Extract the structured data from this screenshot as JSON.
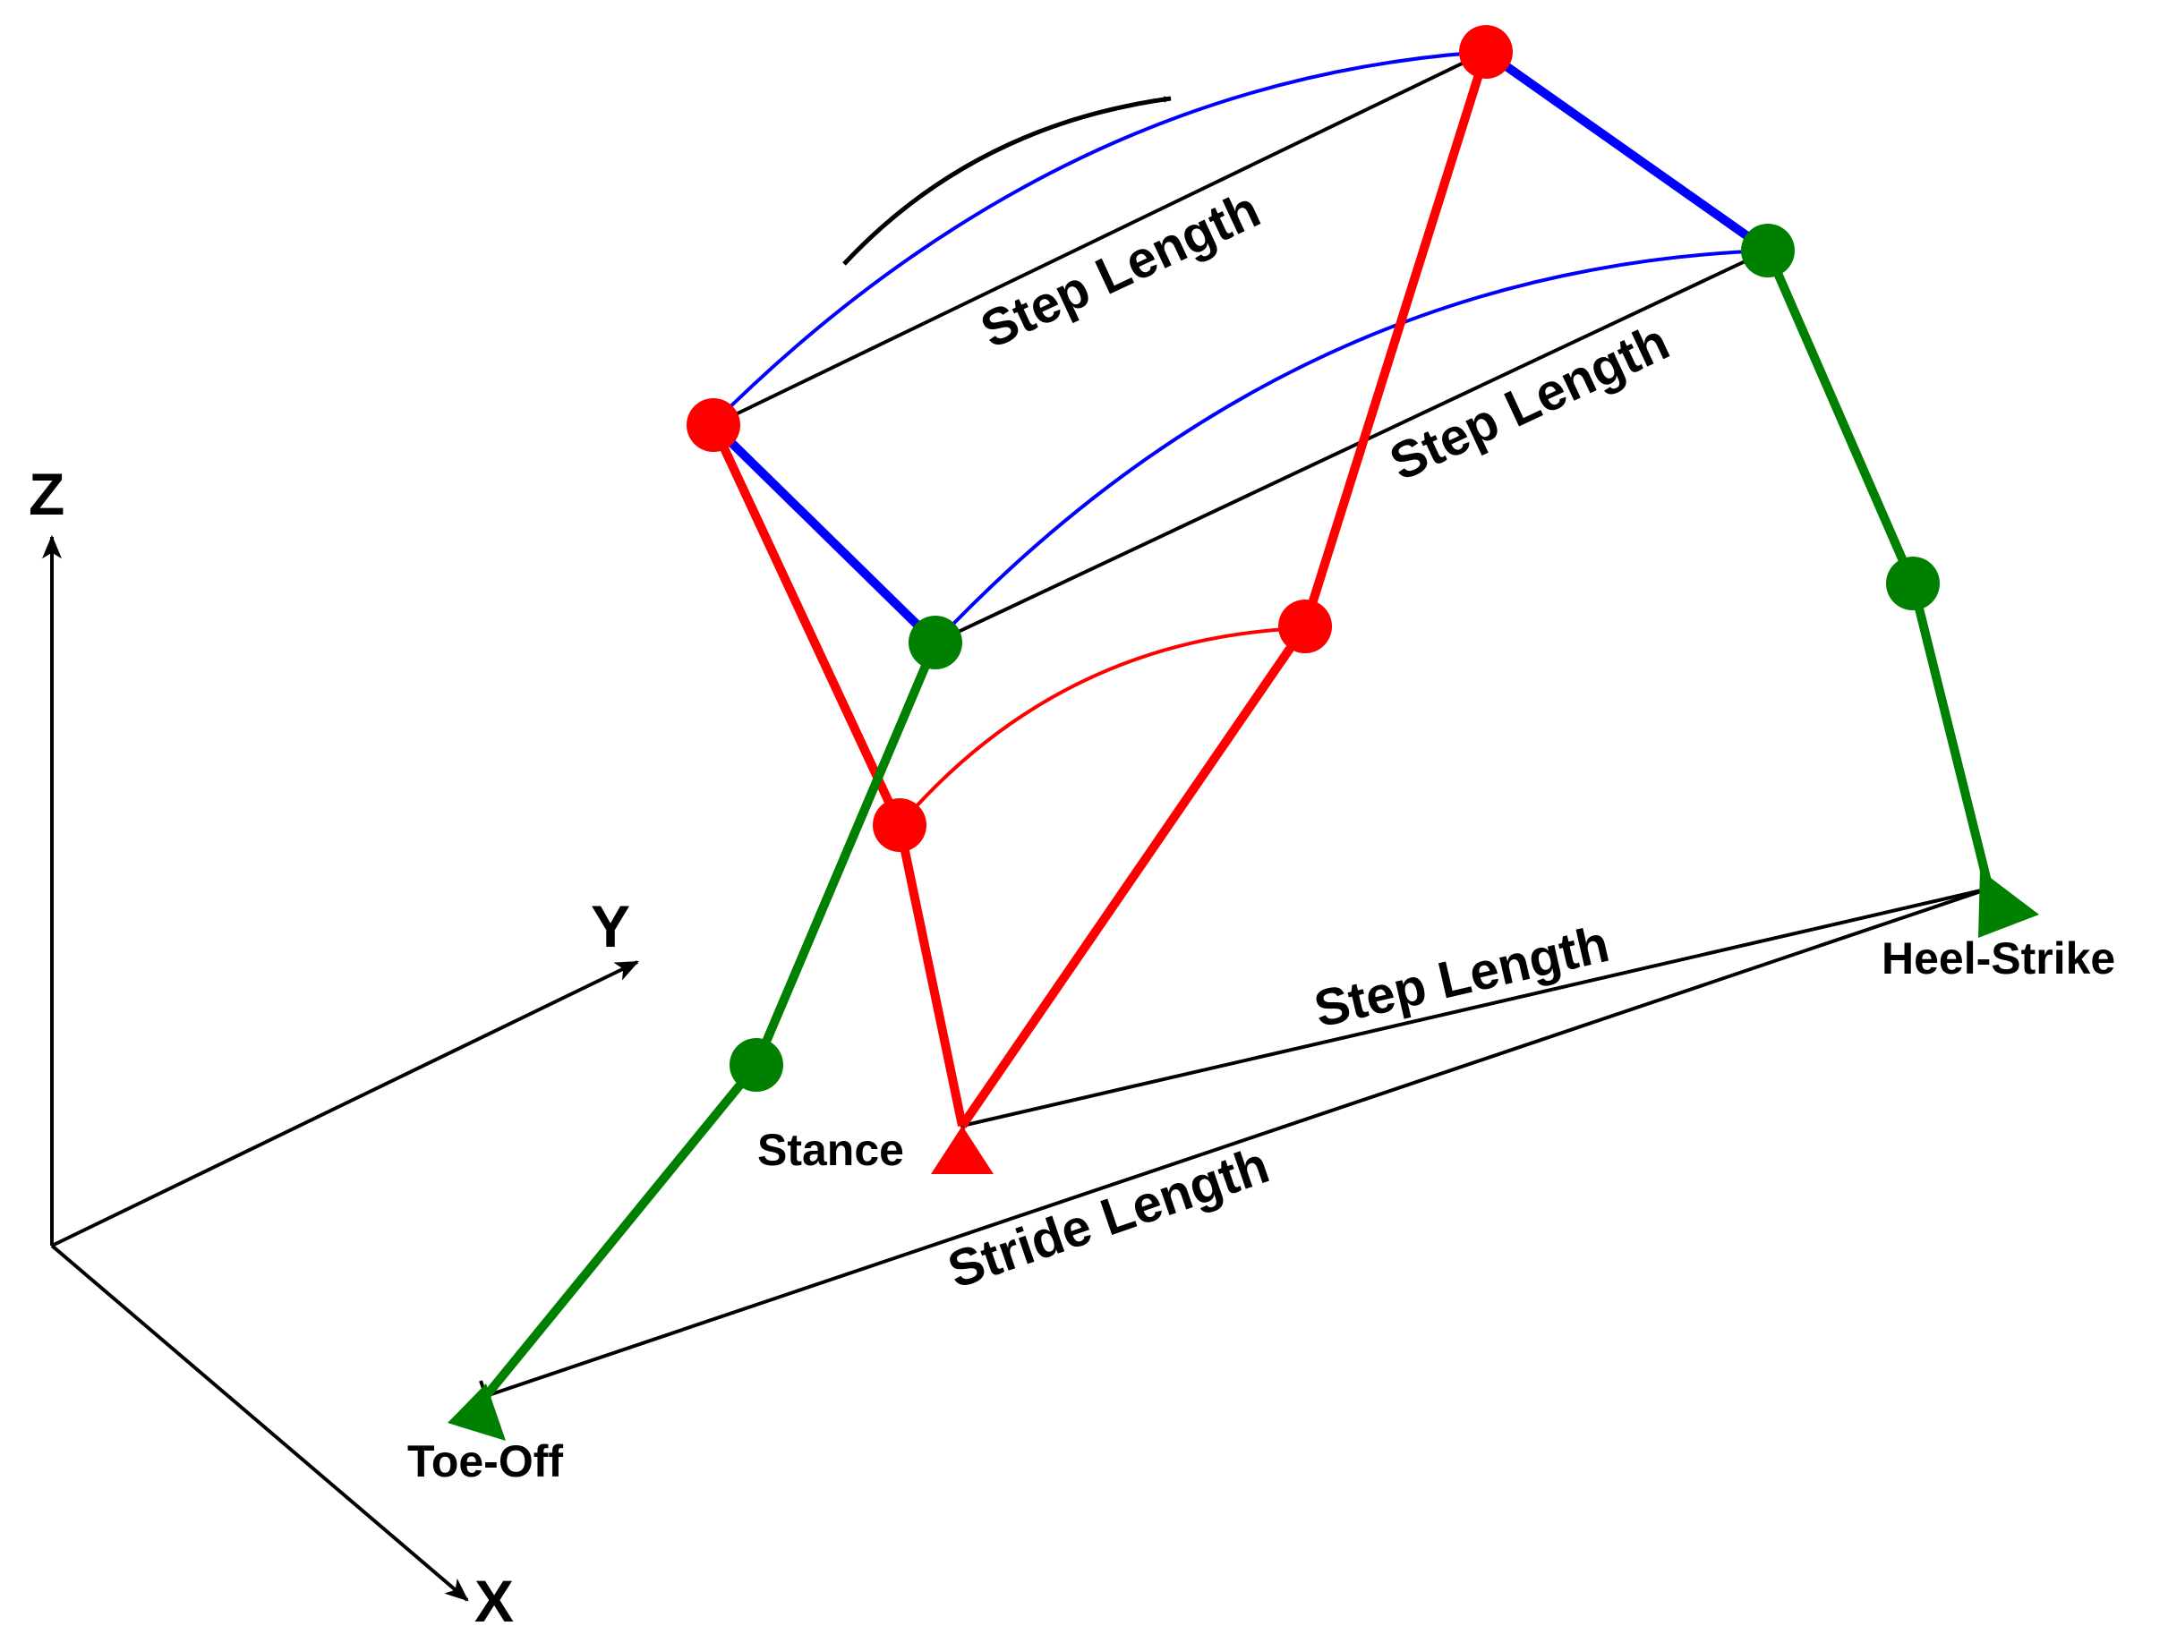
{
  "axes": {
    "x_label": "X",
    "y_label": "Y",
    "z_label": "Z"
  },
  "dimensions": {
    "step_length_1": "Step Length",
    "step_length_2": "Step Length",
    "step_length_3": "Step Length",
    "stride_length": "Stride Length"
  },
  "events": {
    "stance": "Stance",
    "toe_off": "Toe-Off",
    "heel_strike": "Heel-Strike"
  },
  "colors": {
    "stance_leg": "#ff0000",
    "swing_leg": "#008000",
    "pelvis": "#0000ff",
    "measure": "#000000"
  }
}
